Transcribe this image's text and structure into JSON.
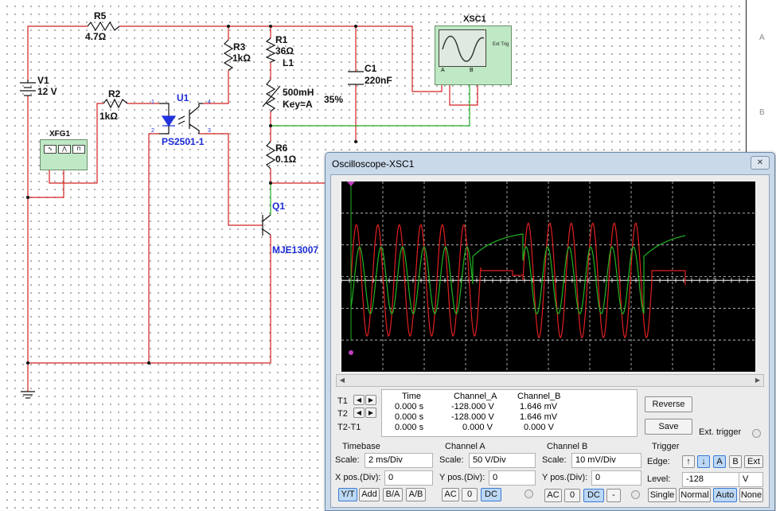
{
  "schematic": {
    "r5": {
      "name": "R5",
      "value": "4.7Ω"
    },
    "v1": {
      "name": "V1",
      "value": "12 V"
    },
    "r2": {
      "name": "R2",
      "value": "1kΩ"
    },
    "xfg1": {
      "name": "XFG1"
    },
    "u1": {
      "name": "U1",
      "part": "PS2501-1"
    },
    "r3": {
      "name": "R3",
      "value": "1kΩ"
    },
    "r1": {
      "name": "R1",
      "value": "36Ω"
    },
    "l1": {
      "name": "L1",
      "value": "500mH",
      "key": "Key=A",
      "percent": "35%"
    },
    "c1": {
      "name": "C1",
      "value": "220nF"
    },
    "xsc1": {
      "name": "XSC1",
      "ext_trig": "Ext Trig",
      "pin_a": "A",
      "pin_b": "B"
    },
    "r6": {
      "name": "R6",
      "value": "0.1Ω"
    },
    "q1": {
      "name": "Q1",
      "part": "MJE13007"
    },
    "margin_marks": [
      "A",
      "B"
    ]
  },
  "oscilloscope": {
    "title": "Oscilloscope-XSC1",
    "close_label": "✕",
    "measurements": {
      "headers": [
        "Time",
        "Channel_A",
        "Channel_B"
      ],
      "rows": [
        {
          "label": "T1",
          "time": "0.000 s",
          "a": "-128.000 V",
          "b": "1.646 mV"
        },
        {
          "label": "T2",
          "time": "0.000 s",
          "a": "-128.000 V",
          "b": "1.646 mV"
        },
        {
          "label": "T2-T1",
          "time": "0.000 s",
          "a": "0.000 V",
          "b": "0.000 V"
        }
      ]
    },
    "buttons": {
      "reverse": "Reverse",
      "save": "Save",
      "ext_trigger": "Ext. trigger"
    },
    "timebase": {
      "title": "Timebase",
      "scale_label": "Scale:",
      "scale": "2 ms/Div",
      "xpos_label": "X pos.(Div):",
      "xpos": "0",
      "modes": [
        "Y/T",
        "Add",
        "B/A",
        "A/B"
      ],
      "active_mode": "Y/T"
    },
    "channel_a": {
      "title": "Channel A",
      "scale_label": "Scale:",
      "scale": "50  V/Div",
      "ypos_label": "Y pos.(Div):",
      "ypos": "0",
      "coupling": [
        "AC",
        "0",
        "DC"
      ],
      "active": "DC"
    },
    "channel_b": {
      "title": "Channel B",
      "scale_label": "Scale:",
      "scale": "10 mV/Div",
      "ypos_label": "Y pos.(Div):",
      "ypos": "0",
      "coupling": [
        "AC",
        "0",
        "DC",
        "-"
      ],
      "active": "DC"
    },
    "trigger": {
      "title": "Trigger",
      "edge_label": "Edge:",
      "edge_buttons": [
        "↑",
        "↓",
        "A",
        "B",
        "Ext"
      ],
      "level_label": "Level:",
      "level": "-128",
      "level_unit": "V",
      "modes": [
        "Single",
        "Normal",
        "Auto",
        "None"
      ],
      "active_mode": "Auto"
    },
    "colors": {
      "channel_a": "#e02020",
      "channel_b": "#22b422",
      "screen": "#000000",
      "grid": "#cfcfcf"
    }
  }
}
